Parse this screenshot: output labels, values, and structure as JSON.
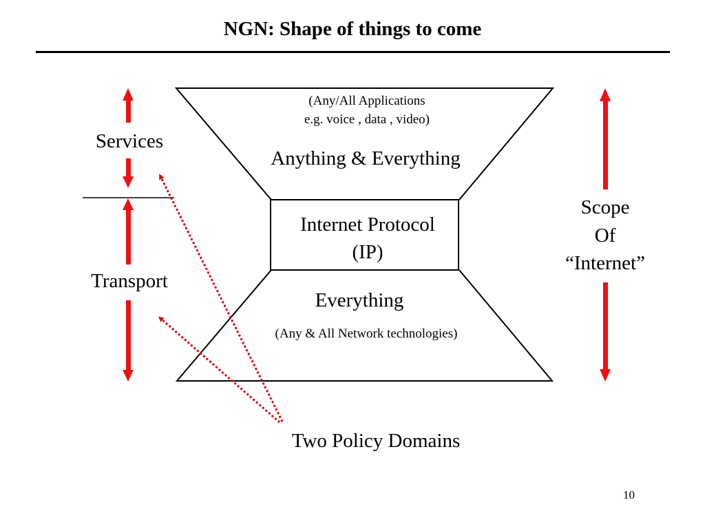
{
  "slide": {
    "title": "NGN: Shape of things to come",
    "page_number": "10"
  },
  "diagram": {
    "top_section": {
      "note_line1": "(Any/All Applications",
      "note_line2": "e.g. voice , data , video)",
      "label": "Anything & Everything"
    },
    "middle_box": {
      "line1": "Internet Protocol",
      "line2": "(IP)"
    },
    "bottom_section": {
      "label": "Everything",
      "note": "(Any & All Network technologies)"
    },
    "left_labels": {
      "upper": "Services",
      "lower": "Transport"
    },
    "right_label": {
      "line1": "Scope",
      "line2": "Of",
      "line3": "“Internet”"
    },
    "pointer_label": "Two Policy Domains"
  },
  "colors": {
    "arrow": "#ee1111",
    "dotted_arrow": "#dd0000",
    "outline": "#000000"
  }
}
